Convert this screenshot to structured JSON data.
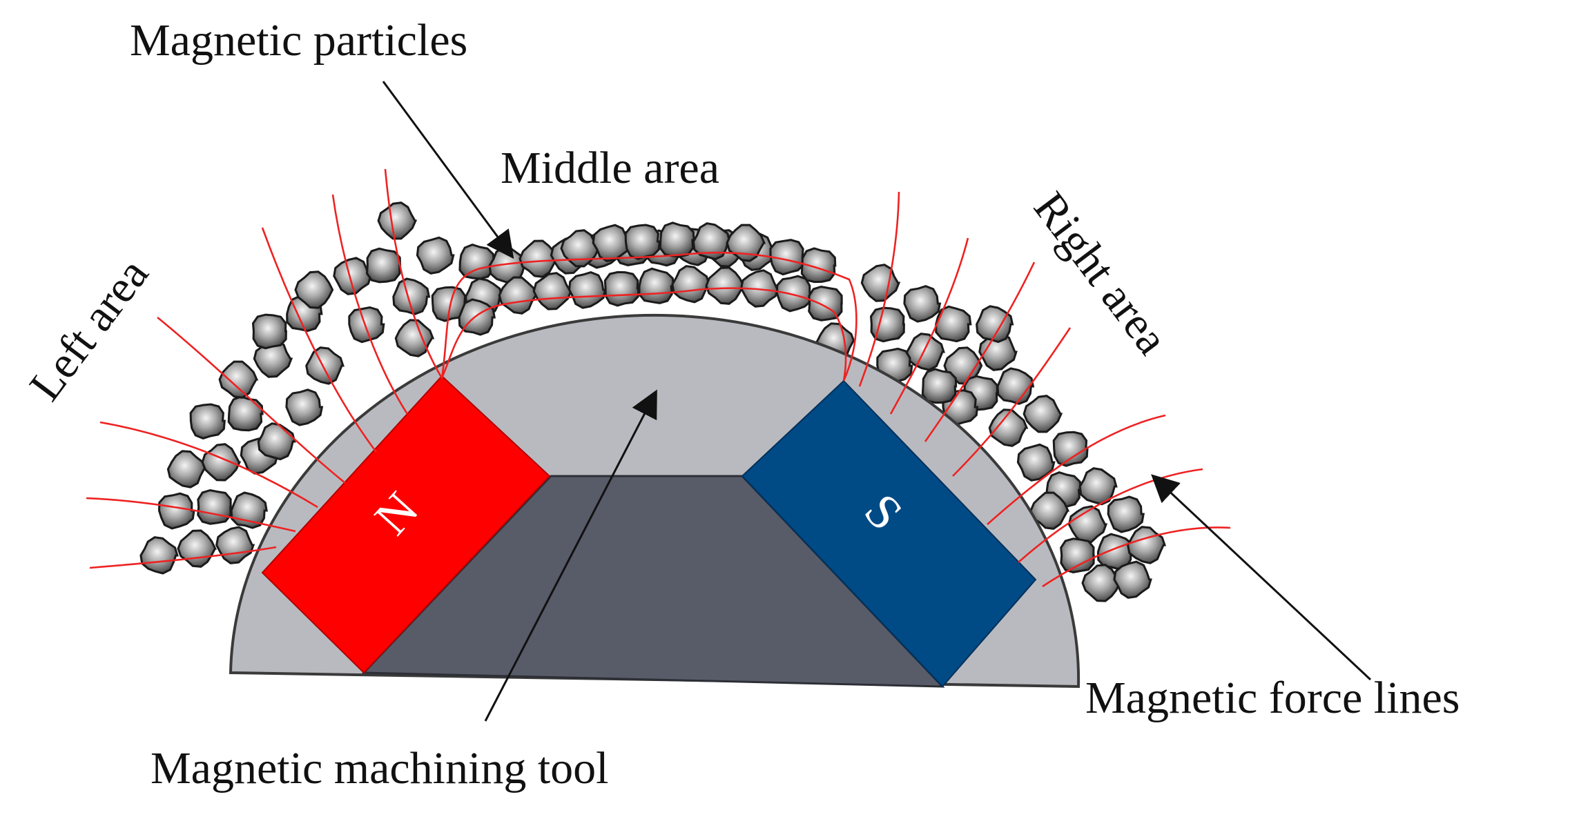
{
  "labels": {
    "magnetic_particles": "Magnetic particles",
    "middle_area": "Middle area",
    "left_area": "Left area",
    "right_area": "Right area",
    "magnetic_force_lines": "Magnetic force lines",
    "magnetic_machining_tool": "Magnetic machining tool"
  },
  "magnets": {
    "north": "N",
    "south": "S"
  },
  "colors": {
    "north_magnet": "#ff0000",
    "south_magnet": "#004a86",
    "tool_body": "#b9babf",
    "tool_core": "#585c69",
    "force_lines": "#ee2222"
  }
}
